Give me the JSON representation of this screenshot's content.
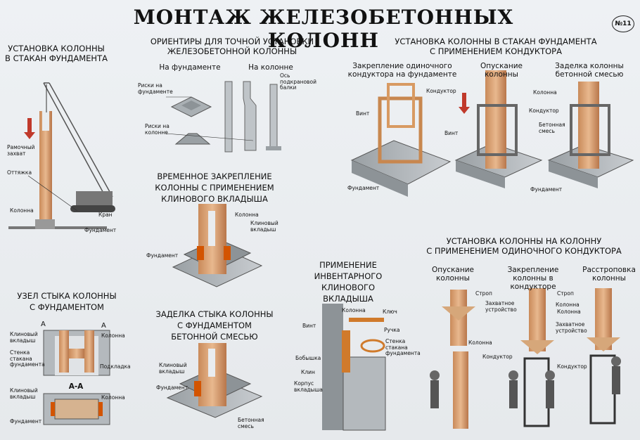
{
  "title": "МОНТАЖ ЖЕЛЕЗОБЕТОННЫХ КОЛОНН",
  "badge": "№11",
  "s1": {
    "title_1": "УСТАНОВКА КОЛОННЫ",
    "title_2": "В СТАКАН ФУНДАМЕНТА",
    "labels": {
      "grip": "Рамочный захват",
      "guy": "Оттяжка",
      "column": "Колонна",
      "crane": "Кран",
      "foundation": "Фундамент"
    }
  },
  "s2": {
    "title_1": "ОРИЕНТИРЫ ДЛЯ ТОЧНОЙ УСТАНОВКИ",
    "title_2": "ЖЕЛЕЗОБЕТОННОЙ КОЛОННЫ",
    "col_a": "На фундаменте",
    "col_b": "На колонне",
    "labels": {
      "marks_f": "Риски на фундаменте",
      "marks_c": "Риски на колонне",
      "axis": "Ось подкрановой балки"
    }
  },
  "s3": {
    "title_1": "УСТАНОВКА КОЛОННЫ В СТАКАН ФУНДАМЕНТА",
    "title_2": "С ПРИМЕНЕНИЕМ КОНДУКТОРА",
    "step_a": "Закрепление одиночного кондуктора на фундаменте",
    "step_b": "Опускание колонны",
    "step_c": "Заделка колонны бетонной смесью",
    "labels": {
      "conductor1": "Кондуктор",
      "screw": "Винт",
      "foundation": "Фундамент",
      "column": "Колонна",
      "conductor2": "Кондуктор",
      "screw2": "Винт",
      "concrete": "Бетонная смесь",
      "foundation2": "Фундамент"
    }
  },
  "s4": {
    "title_1": "ВРЕМЕННОЕ ЗАКРЕПЛЕНИЕ",
    "title_2": "КОЛОННЫ С ПРИМЕНЕНИЕМ",
    "title_3": "КЛИНОВОГО ВКЛАДЫША",
    "labels": {
      "column": "Колонна",
      "wedge": "Клиновый вкладыш",
      "foundation": "Фундамент"
    }
  },
  "s5": {
    "title_1": "УЗЕЛ СТЫКА КОЛОННЫ",
    "title_2": "С ФУНДАМЕНТОМ",
    "section": "А-А",
    "mark": "А",
    "labels": {
      "wedge": "Клиновый вкладыш",
      "column": "Колонна",
      "wall": "Стенка стакана фундамента",
      "pad": "Подкладка",
      "wedge2": "Клиновый вкладыш",
      "column2": "Колонна",
      "foundation": "Фундамент"
    }
  },
  "s6": {
    "title_1": "ЗАДЕЛКА СТЫКА КОЛОННЫ",
    "title_2": "С ФУНДАМЕНТОМ",
    "title_3": "БЕТОННОЙ СМЕСЬЮ",
    "labels": {
      "wedge": "Клиновый вкладыш",
      "foundation": "Фундамент",
      "concrete": "Бетонная смесь"
    }
  },
  "s7": {
    "title_1": "ПРИМЕНЕНИЕ",
    "title_2": "ИНВЕНТАРНОГО",
    "title_3": "КЛИНОВОГО",
    "title_4": "ВКЛАДЫША",
    "labels": {
      "column": "Колонна",
      "key": "Ключ",
      "screw": "Винт",
      "handle": "Ручка",
      "wall": "Стенка стакана фундамента",
      "boss": "Бобышка",
      "wedge": "Клин",
      "body": "Корпус вкладыша"
    }
  },
  "s8": {
    "title_1": "УСТАНОВКА КОЛОННЫ НА КОЛОННУ",
    "title_2": "С ПРИМЕНЕНИЕМ ОДИНОЧНОГО КОНДУКТОРА",
    "step_a": "Опускание колонны",
    "step_b": "Закрепление колонны в кондукторе",
    "step_c": "Расстроповка колонны",
    "labels": {
      "sling": "Строп",
      "grip": "Захватное устройство",
      "column": "Колонна",
      "column2": "Колонна",
      "conductor": "Кондуктор",
      "sling2": "Строп",
      "column3": "Колонна",
      "grip2": "Захватное устройство",
      "conductor2": "Кондуктор"
    }
  }
}
